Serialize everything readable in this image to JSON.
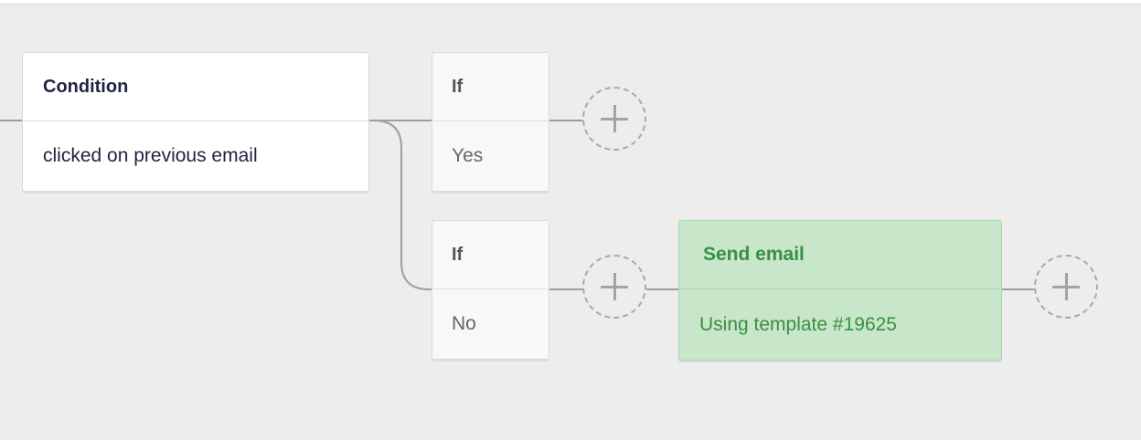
{
  "workflow": {
    "condition": {
      "title": "Condition",
      "description": "clicked on previous email"
    },
    "branches": [
      {
        "title": "If",
        "value": "Yes"
      },
      {
        "title": "If",
        "value": "No"
      }
    ],
    "action": {
      "title": "Send email",
      "description": "Using template #19625"
    },
    "add_step_icon": "plus-icon",
    "colors": {
      "canvas": "#ededed",
      "connector": "#9e9e9e",
      "action_bg": "#c8e6c9",
      "action_text": "#3a8f43",
      "heading_text": "#1f2340"
    }
  }
}
